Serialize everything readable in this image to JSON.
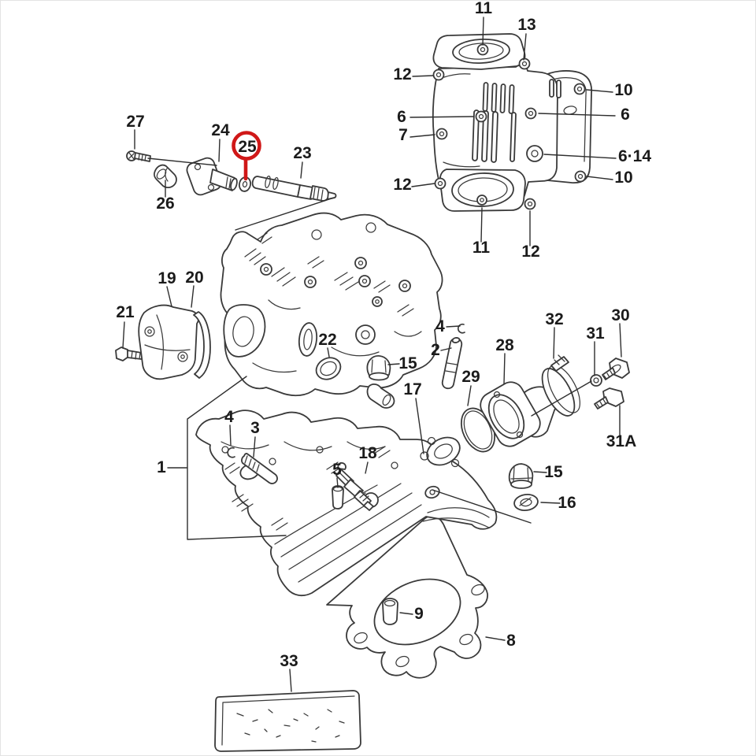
{
  "colors": {
    "ink": "#3a3a3a",
    "label": "#1b1b1b",
    "highlight": "#d01818",
    "background": "#ffffff"
  },
  "highlight": {
    "circled_part": "25",
    "color": "#d01818"
  },
  "callouts": {
    "valve_cover": {
      "n11_top": "11",
      "n13": "13",
      "n12_left_top": "12",
      "n10_right_top": "10",
      "n6_left": "6",
      "n6_right": "6",
      "n7": "7",
      "n6_14": "6·14",
      "n12_left_bottom": "12",
      "n10_right_bottom": "10",
      "n11_bottom": "11",
      "n12_bottom": "12"
    },
    "tacho_drive": {
      "n27": "27",
      "n24": "24",
      "n25": "25",
      "n23": "23",
      "n26": "26"
    },
    "side_cap": {
      "n19": "19",
      "n20": "20",
      "n21": "21"
    },
    "head_cover": {
      "n22": "22",
      "n15": "15",
      "n17": "17",
      "n1": "1",
      "n4": "4",
      "n3": "3",
      "n5": "5",
      "n18": "18"
    },
    "intake": {
      "n4": "4",
      "n2": "2",
      "n28": "28",
      "n29": "29",
      "n32": "32",
      "n31": "31",
      "n30": "30",
      "n31a": "31A"
    },
    "head_base": {
      "n15": "15",
      "n16": "16",
      "n9": "9",
      "n8": "8",
      "n33": "33"
    }
  }
}
